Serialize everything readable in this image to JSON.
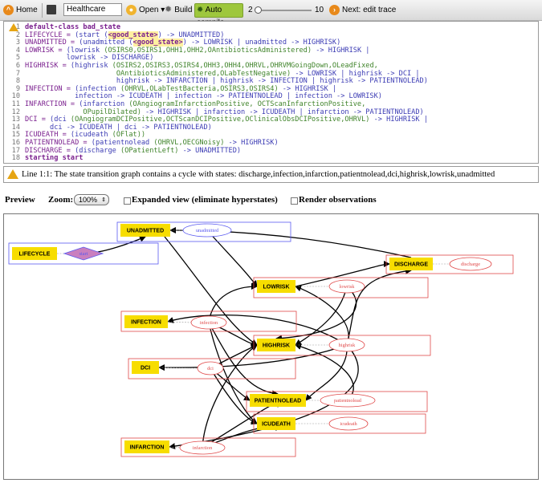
{
  "toolbar": {
    "home": "Home",
    "file_name": "Healthcare",
    "open": "Open",
    "build": "Build",
    "auto_compile": "Auto compile",
    "slider_min": "2",
    "slider_max": "10",
    "next": "Next: edit trace"
  },
  "editor": {
    "lines": [
      {
        "n": "1",
        "parts": [
          {
            "t": "default-class bad_state",
            "c": "c-kw"
          }
        ]
      },
      {
        "n": "2",
        "parts": [
          {
            "t": "LIFECYCLE = ",
            "c": "c-id"
          },
          {
            "t": "(start ",
            "c": "c-sym"
          },
          {
            "t": "(",
            "c": "c-sym"
          },
          {
            "t": "<good_state>",
            "c": "c-bad"
          },
          {
            "t": ") -> UNADMITTED)",
            "c": "c-sym"
          }
        ]
      },
      {
        "n": "3",
        "parts": [
          {
            "t": "UNADMITTED = ",
            "c": "c-id"
          },
          {
            "t": "(unadmitted ",
            "c": "c-sym"
          },
          {
            "t": "(",
            "c": "c-sym"
          },
          {
            "t": "<good_state>",
            "c": "c-bad"
          },
          {
            "t": ") -> LOWRISK | unadmitted -> HIGHRISK)",
            "c": "c-sym"
          }
        ]
      },
      {
        "n": "4",
        "parts": [
          {
            "t": "LOWRISK = ",
            "c": "c-id"
          },
          {
            "t": "(lowrisk ",
            "c": "c-sym"
          },
          {
            "t": "(OSIRS0,OSIRS1,OHH1,OHH2,OAntibioticsAdministered)",
            "c": "c-ob"
          },
          {
            "t": " -> HIGHRISK |",
            "c": "c-sym"
          }
        ]
      },
      {
        "n": "5",
        "parts": [
          {
            "t": "          lowrisk -> DISCHARGE)",
            "c": "c-sym"
          }
        ]
      },
      {
        "n": "6",
        "parts": [
          {
            "t": "HIGHRISK = ",
            "c": "c-id"
          },
          {
            "t": "(highrisk ",
            "c": "c-sym"
          },
          {
            "t": "(OSIRS2,OSIRS3,OSIRS4,OHH3,OHH4,OHRVL,OHRVMGoingDown,OLeadFixed,",
            "c": "c-ob"
          }
        ]
      },
      {
        "n": "7",
        "parts": [
          {
            "t": "                      OAntibioticsAdministered,OLabTestNegative)",
            "c": "c-ob"
          },
          {
            "t": " -> LOWRISK | highrisk -> DCI |",
            "c": "c-sym"
          }
        ]
      },
      {
        "n": "8",
        "parts": [
          {
            "t": "                      highrisk -> INFARCTION | highrisk -> INFECTION | highrisk -> PATIENTNOLEAD)",
            "c": "c-sym"
          }
        ]
      },
      {
        "n": "9",
        "parts": [
          {
            "t": "INFECTION = ",
            "c": "c-id"
          },
          {
            "t": "(infection ",
            "c": "c-sym"
          },
          {
            "t": "(OHRVL,OLabTestBacteria,OSIRS3,OSIRS4)",
            "c": "c-ob"
          },
          {
            "t": " -> HIGHRISK |",
            "c": "c-sym"
          }
        ]
      },
      {
        "n": "10",
        "parts": [
          {
            "t": "            infection -> ICUDEATH | infection -> PATIENTNOLEAD | infection -> LOWRISK)",
            "c": "c-sym"
          }
        ]
      },
      {
        "n": "11",
        "parts": [
          {
            "t": "INFARCTION = ",
            "c": "c-id"
          },
          {
            "t": "(infarction ",
            "c": "c-sym"
          },
          {
            "t": "(OAngiogramInfarctionPositive, OCTScanInfarctionPositive,",
            "c": "c-ob"
          }
        ]
      },
      {
        "n": "12",
        "parts": [
          {
            "t": "              OPupilDilated)",
            "c": "c-ob"
          },
          {
            "t": " -> HIGHRISK | infarction -> ICUDEATH | infarction -> PATIENTNOLEAD)",
            "c": "c-sym"
          }
        ]
      },
      {
        "n": "13",
        "parts": [
          {
            "t": "DCI = ",
            "c": "c-id"
          },
          {
            "t": "(dci ",
            "c": "c-sym"
          },
          {
            "t": "(OAngiogramDCIPositive,OCTScanDCIPositive,OClinicalObsDCIPositive,OHRVL)",
            "c": "c-ob"
          },
          {
            "t": " -> HIGHRISK |",
            "c": "c-sym"
          }
        ]
      },
      {
        "n": "14",
        "parts": [
          {
            "t": "      dci -> ICUDEATH | dci -> PATIENTNOLEAD)",
            "c": "c-sym"
          }
        ]
      },
      {
        "n": "15",
        "parts": [
          {
            "t": "ICUDEATH = ",
            "c": "c-id"
          },
          {
            "t": "(icudeath ",
            "c": "c-sym"
          },
          {
            "t": "(OFlat))",
            "c": "c-ob"
          }
        ]
      },
      {
        "n": "16",
        "parts": [
          {
            "t": "PATIENTNOLEAD = ",
            "c": "c-id"
          },
          {
            "t": "(patientnolead ",
            "c": "c-sym"
          },
          {
            "t": "(OHRVL,OECGNoisy)",
            "c": "c-ob"
          },
          {
            "t": " -> HIGHRISK)",
            "c": "c-sym"
          }
        ]
      },
      {
        "n": "17",
        "parts": [
          {
            "t": "DISCHARGE = ",
            "c": "c-id"
          },
          {
            "t": "(discharge ",
            "c": "c-sym"
          },
          {
            "t": "(OPatientLeft)",
            "c": "c-ob"
          },
          {
            "t": " -> UNADMITTED)",
            "c": "c-sym"
          }
        ]
      },
      {
        "n": "18",
        "parts": [
          {
            "t": "starting start",
            "c": "c-kw"
          }
        ]
      }
    ]
  },
  "warning": "Line 1:1: The state transition graph contains a cycle with states: discharge,infection,infarction,patientnolead,dci,highrisk,lowrisk,unadmitted",
  "preview": {
    "label": "Preview",
    "zoom_label": "Zoom:",
    "zoom_value": "100%",
    "expanded_view": "Expanded view (eliminate hyperstates)",
    "render_observations": "Render observations"
  },
  "graph": {
    "states": [
      {
        "id": "LIFECYCLE",
        "label": "LIFECYCLE",
        "obs": "start"
      },
      {
        "id": "UNADMITTED",
        "label": "UNADMITTED",
        "obs": "unadmitted"
      },
      {
        "id": "DISCHARGE",
        "label": "DISCHARGE",
        "obs": "discharge"
      },
      {
        "id": "LOWRISK",
        "label": "LOWRISK",
        "obs": "lowrisk"
      },
      {
        "id": "INFECTION",
        "label": "INFECTION",
        "obs": "infection"
      },
      {
        "id": "HIGHRISK",
        "label": "HIGHRISK",
        "obs": "highrisk"
      },
      {
        "id": "DCI",
        "label": "DCI",
        "obs": "dci"
      },
      {
        "id": "PATIENTNOLEAD",
        "label": "PATIENTNOLEAD",
        "obs": "patientnolead"
      },
      {
        "id": "ICUDEATH",
        "label": "ICUDEATH",
        "obs": "icudeath"
      },
      {
        "id": "INFARCTION",
        "label": "INFARCTION",
        "obs": "infarction"
      }
    ],
    "colors": {
      "state_fill": "#f7dd00",
      "red": "#e04848",
      "blue": "#5a5af0",
      "diamond": "#c97fbf",
      "edge": "#000000"
    }
  }
}
